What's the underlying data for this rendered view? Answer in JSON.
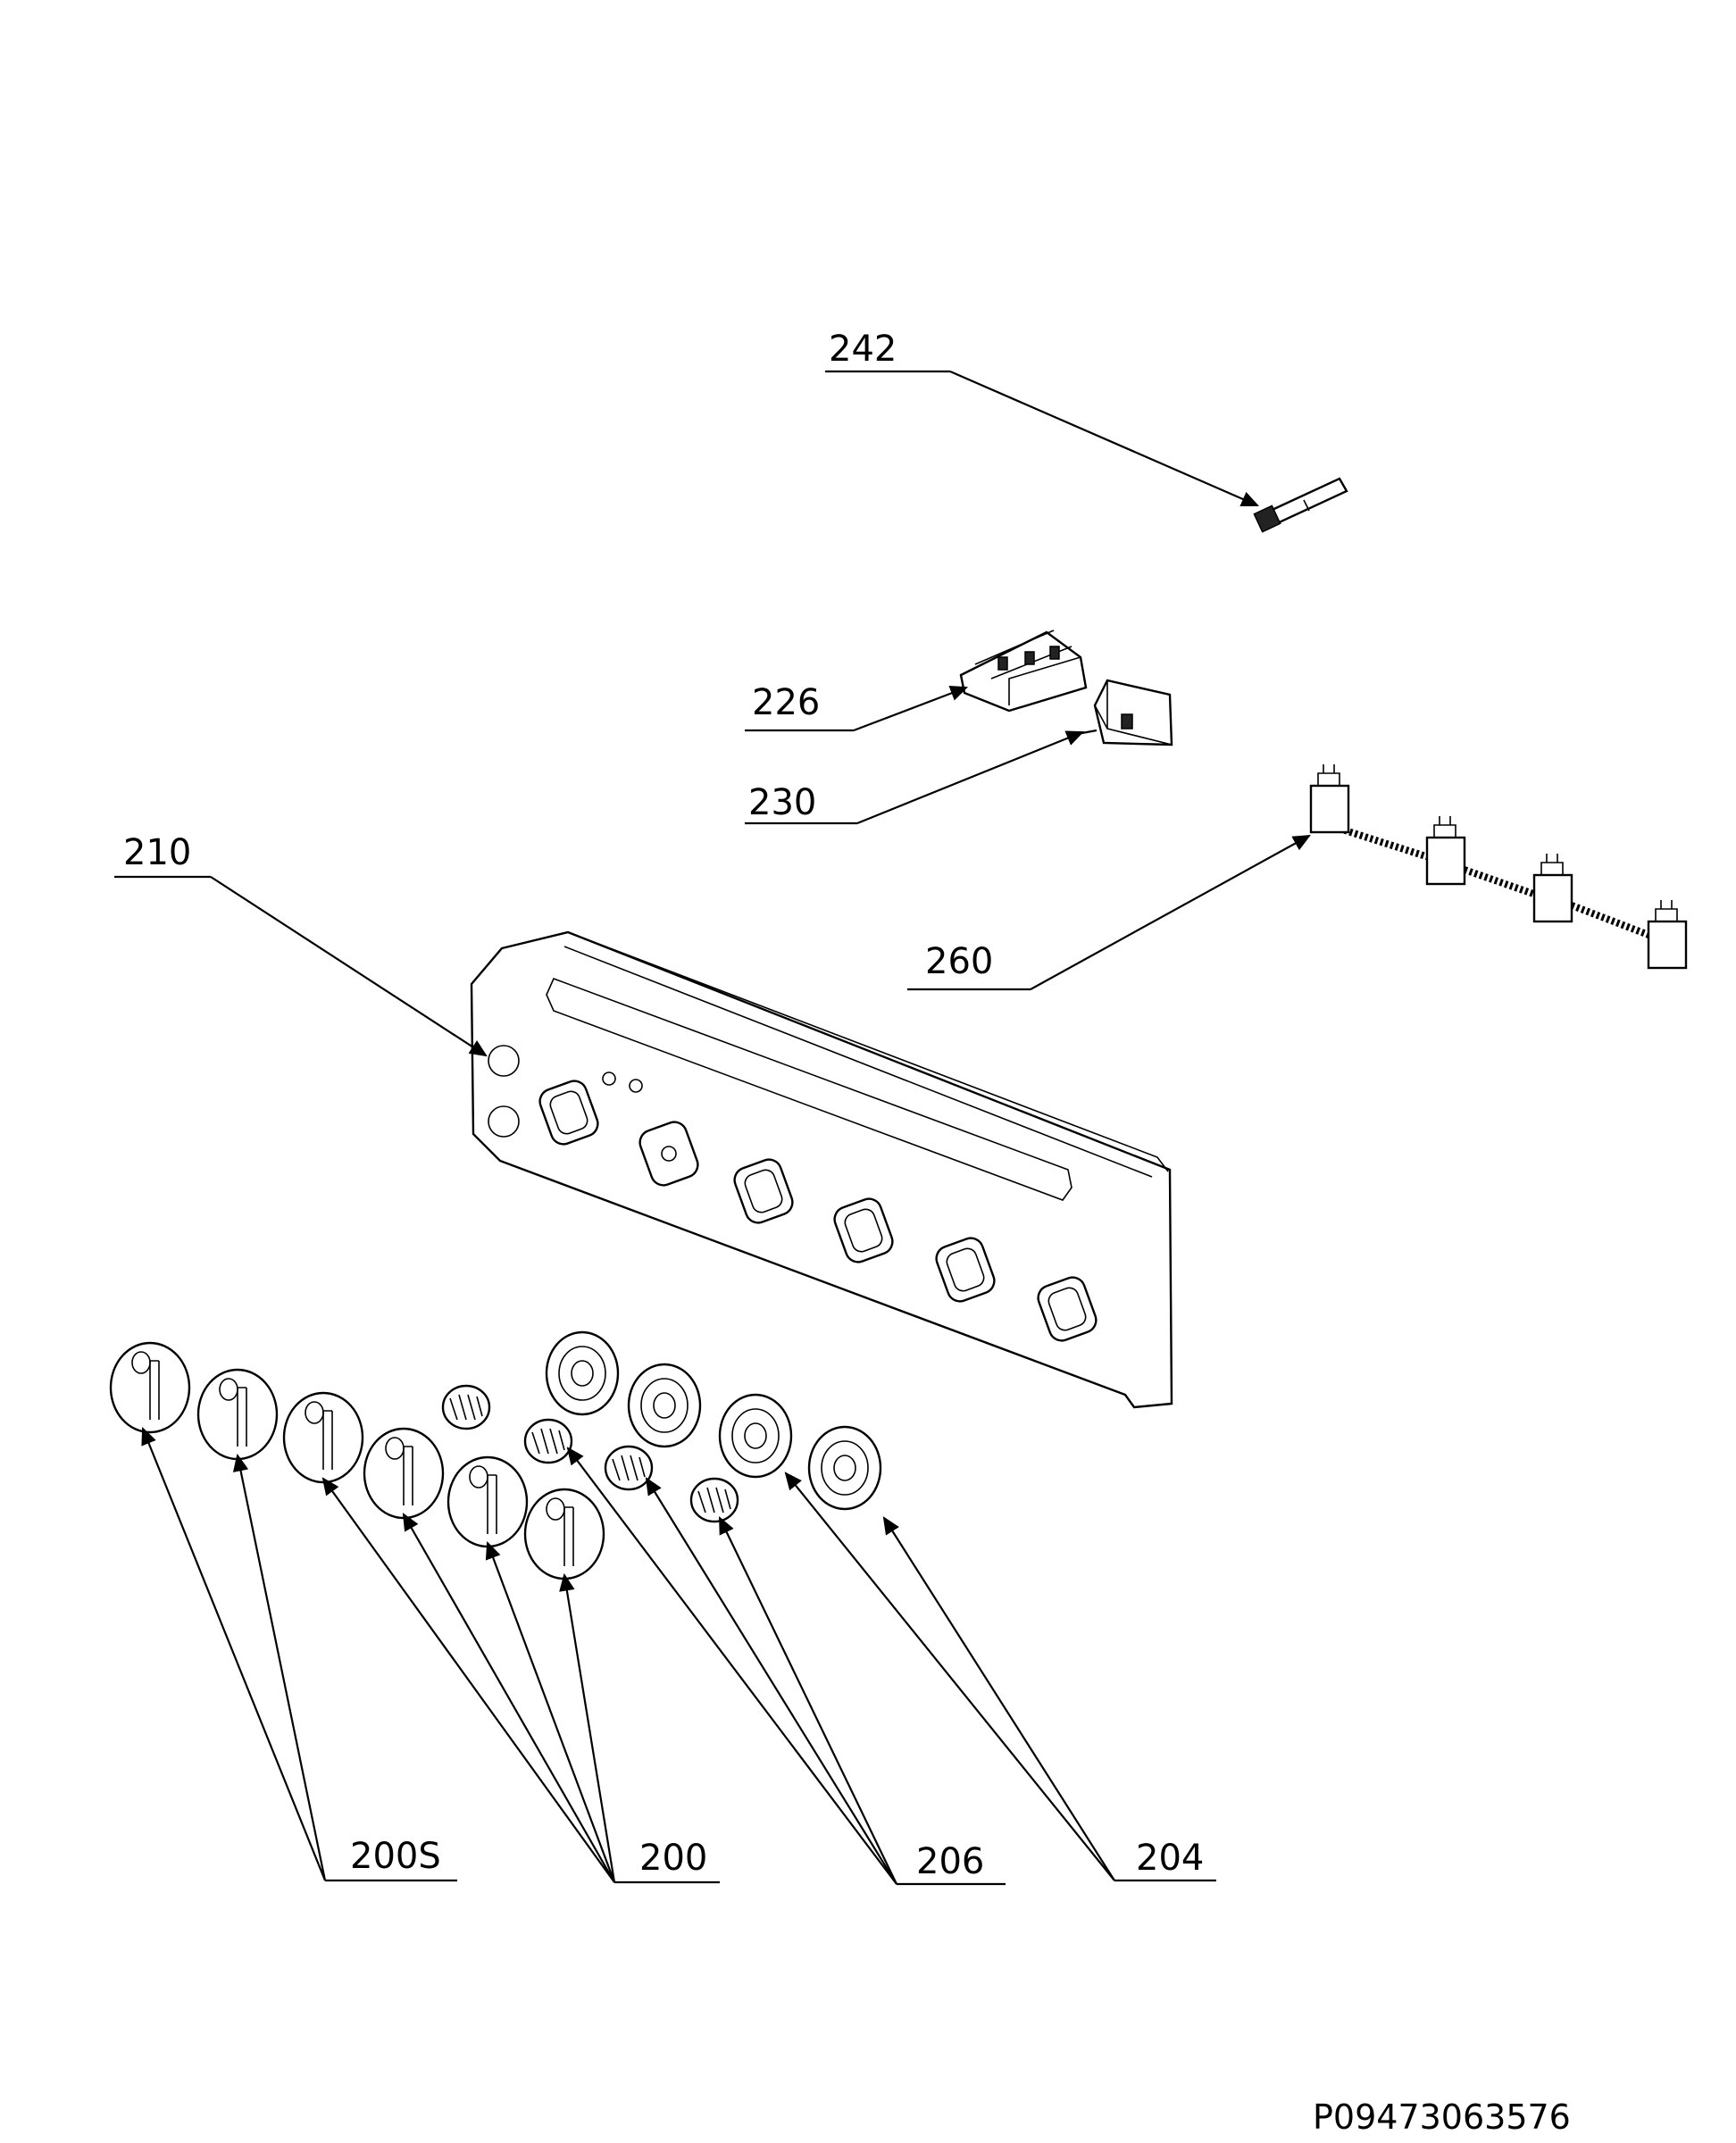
{
  "callouts": {
    "c242": "242",
    "c226": "226",
    "c230": "230",
    "c210": "210",
    "c260": "260",
    "c200s": "200S",
    "c200": "200",
    "c206": "206",
    "c204": "204"
  },
  "drawing_code": "P09473063576"
}
